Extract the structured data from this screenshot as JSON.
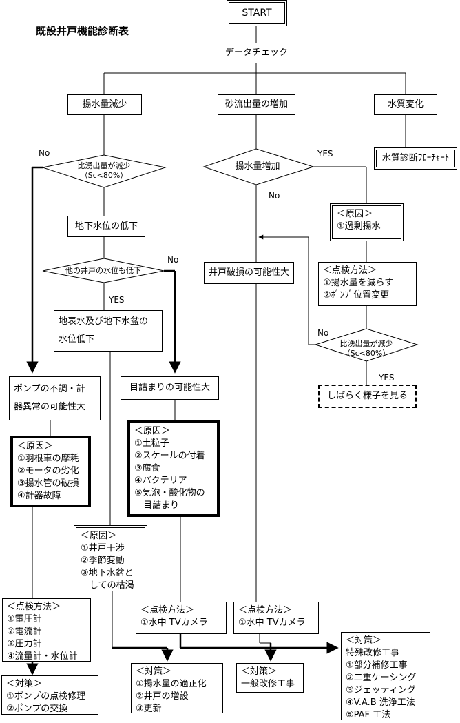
{
  "title": "既設井戸機能診断表",
  "start": "START",
  "data_check": "データチェック",
  "branches": {
    "decrease": "揚水量減少",
    "sand": "砂流出量の増加",
    "quality": "水質変化"
  },
  "quality_flow": "水質診断ﾌﾛｰﾁｬｰﾄ",
  "decision_ratio_1": "比湧出量が減少\n（Sc<80%）",
  "decision_pump_up": "揚水量増加",
  "decision_other_wells": "他の井戸の水位も低下",
  "decision_ratio_2": "比湧出量が減少\n（Sc<80%）",
  "labels": {
    "no_1": "No",
    "no_2": "No",
    "no_3": "No",
    "no_4": "No",
    "yes_1": "YES",
    "yes_2": "YES",
    "yes_3": "YES"
  },
  "groundwater_drop": "地下水位の低下",
  "well_damage": "井戸破損の可能性大",
  "cause_overpump": "＜原因＞\n①過剰揚水",
  "inspect_overpump": "＜点検方法＞\n①揚水量を減らす\n②ﾎﾟﾝﾌﾟ位置変更",
  "wait": "しばらく様子を見る",
  "surface_groundwater": "地表水及び地下水盆の\n水位低下",
  "pump_malfunction": "ポンプの不調・計\n器異常の可能性大",
  "clogging": "目詰まりの可能性大",
  "cause_pump": "＜原因＞\n①羽根車の摩耗\n②モータの劣化\n③揚水管の破損\n④計器故障",
  "cause_clog": "＜原因＞\n①土粒子\n②スケールの付着\n③腐食\n④バクテリア\n⑤気泡・酸化物の\n　目詰まり",
  "cause_well": "＜原因＞\n①井戸干渉\n②季節変動\n③地下水盆と\n　しての枯渇",
  "inspect_pump": "＜点検方法＞\n①電圧計\n②電流計\n③圧力計\n④流量計・水位計",
  "inspect_tv_1": "＜点検方法＞\n①水中 TVカメラ",
  "inspect_tv_2": "＜点検方法＞\n①水中 TVカメラ",
  "measure_special": "＜対策＞\n特殊改修工事\n①部分補修工事\n②二重ケーシング\n③ジェッティング\n④V.A.B 洗浄工法\n⑤PAF 工法",
  "measure_pump": "＜対策＞\n①ポンプの点検修理\n②ポンプの交換",
  "measure_amount": "＜対策＞\n①揚水量の適正化\n②井戸の増設\n③更新",
  "measure_general": "＜対策＞\n一般改修工事"
}
